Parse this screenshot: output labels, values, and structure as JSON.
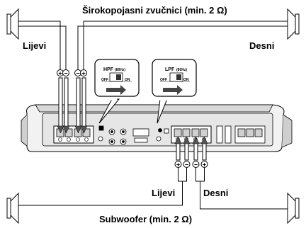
{
  "top_label": "Širokopojasni zvučnici (min. 2 Ω)",
  "bottom_label": "Subwoofer (min. 2 Ω)",
  "speaker_left_label": "Lijevi",
  "speaker_right_label": "Desni",
  "sub_left_label": "Lijevi",
  "sub_right_label": "Desni",
  "hpf_switch": {
    "name": "HPF",
    "freq": "(80Hz)",
    "off": "OFF",
    "on": "ON"
  },
  "lpf_switch": {
    "name": "LPF",
    "freq": "(80Hz)",
    "off": "OFF",
    "on": "ON"
  },
  "polarity": {
    "plus": "+",
    "minus": "−"
  }
}
